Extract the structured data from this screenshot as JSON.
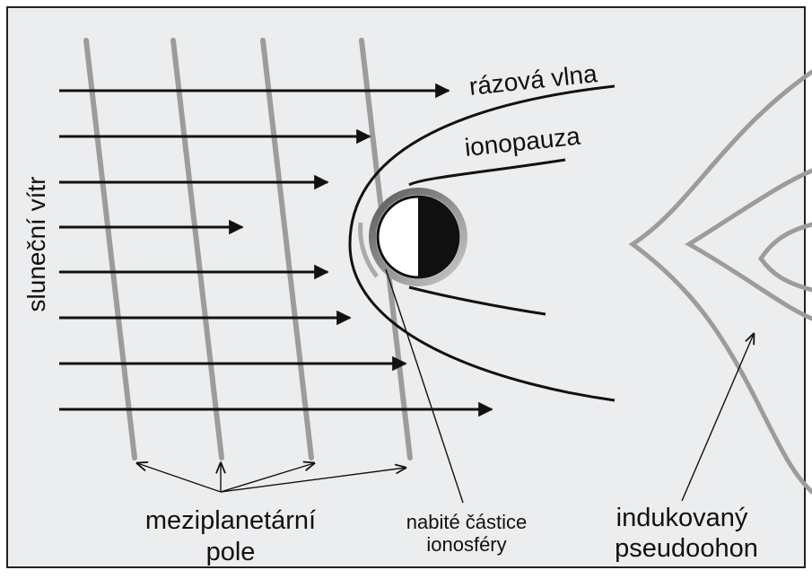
{
  "labels": {
    "solar_wind": "sluneční vítr",
    "bow_shock": "rázová vlna",
    "ionopause": "ionopauza",
    "interplanetary_field_line1": "meziplanetární",
    "interplanetary_field_line2": "pole",
    "ionosphere_particles_line1": "nabité částice",
    "ionosphere_particles_line2": "ionosféry",
    "induced_magnetotail_line1": "indukovaný",
    "induced_magnetotail_line2": "pseudoohon"
  },
  "colors": {
    "background": "#ecedee",
    "frame": "#222222",
    "arrow": "#111111",
    "field_line": "#9c9c9c",
    "planet_day": "#ffffff",
    "planet_night": "#111111"
  }
}
